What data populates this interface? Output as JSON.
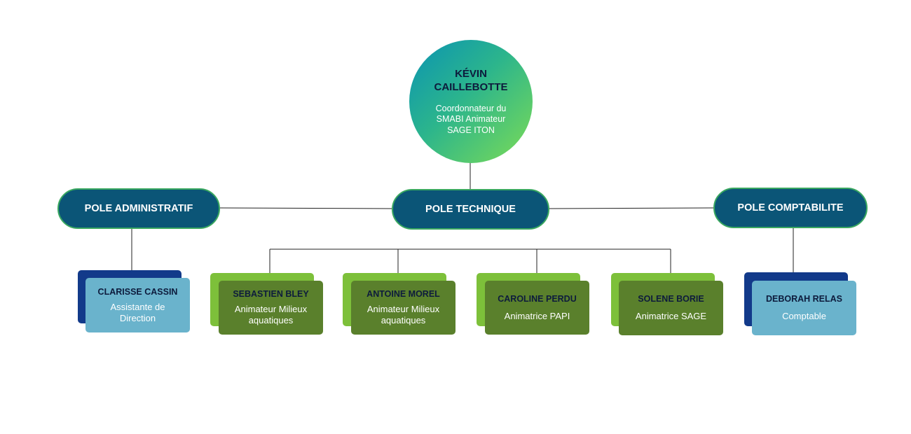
{
  "root": {
    "name": "KÉVIN CAILLEBOTTE",
    "role": "Coordonnateur du SMABI Animateur SAGE ITON"
  },
  "poles": {
    "admin": "POLE ADMINISTRATIF",
    "technique": "POLE TECHNIQUE",
    "compta": "POLE COMPTABILITE"
  },
  "staff": {
    "clarisse": {
      "name": "CLARISSE CASSIN",
      "role": "Assistante de Direction"
    },
    "sebastien": {
      "name": "SEBASTIEN BLEY",
      "role": "Animateur Milieux aquatiques"
    },
    "antoine": {
      "name": "ANTOINE MOREL",
      "role": "Animateur Milieux aquatiques"
    },
    "caroline": {
      "name": "CAROLINE PERDU",
      "role": "Animatrice PAPI"
    },
    "solene": {
      "name": "SOLENE BORIE",
      "role": "Animatrice SAGE"
    },
    "deborah": {
      "name": "DEBORAH RELAS",
      "role": "Comptable"
    }
  },
  "colors": {
    "pole_fill": "#0b5577",
    "admin_card": "#6ab3cc",
    "tech_card": "#5a802c",
    "navy_back": "#123a8a",
    "lime_back": "#7dc03a"
  }
}
